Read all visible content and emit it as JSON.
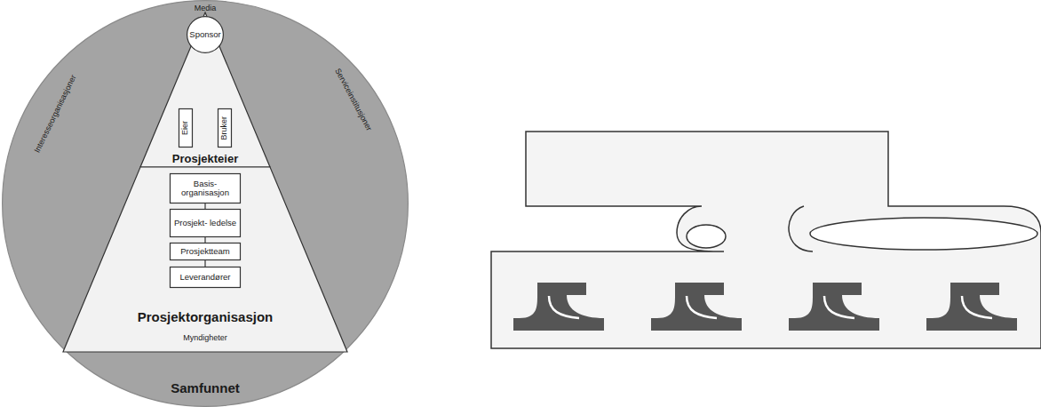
{
  "diagram": {
    "nodes": [
      {
        "text": [
          "Samfunnet"
        ]
      },
      {
        "text": [
          "Prosjekteier"
        ],
        "in": 0
      },
      {
        "text": [
          "Sponsor"
        ],
        "in": 1
      },
      {
        "text": [
          "Eier"
        ],
        "in": 1
      },
      {
        "text": [
          "Bruker"
        ],
        "in": 1
      },
      {
        "text": [
          "Prosjektorganisasjon"
        ],
        "in": 0
      },
      {
        "text": [
          "Basis- organisasjon"
        ],
        "in": 5
      },
      {
        "text": [
          "Prosjekt- ledelse"
        ],
        "in": 5
      },
      {
        "text": [
          "Prosjektteam"
        ],
        "in": 5
      },
      {
        "text": [
          "Leverandører"
        ],
        "in": 5
      }
    ],
    "edges": [
      {
        "from": 6,
        "to": 7,
        "arrow": "none"
      },
      {
        "from": 7,
        "to": 8,
        "arrow": "none"
      },
      {
        "from": 8,
        "to": 9,
        "arrow": "none"
      }
    ],
    "labels": [
      "Media",
      "Interesseorganisasjoner",
      "Serviceinstitusjoner",
      "Myndigheter"
    ]
  }
}
